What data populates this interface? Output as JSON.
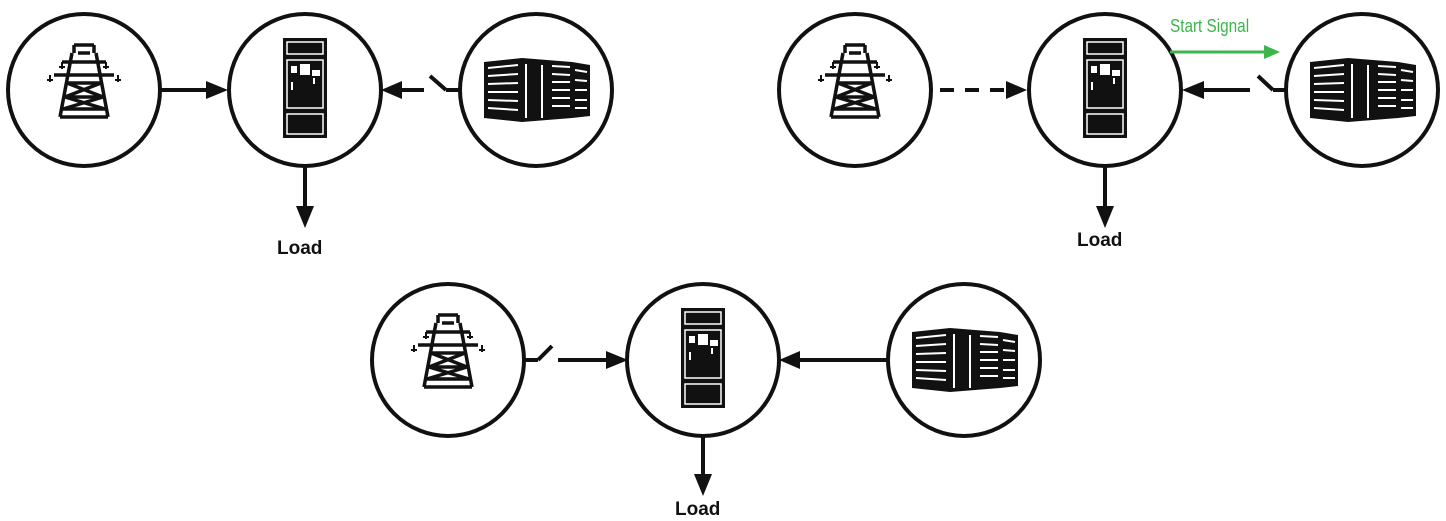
{
  "scenarios": [
    {
      "utility_connection": "solid",
      "generator_connection": "switch-open",
      "load_label": "Load"
    },
    {
      "utility_connection": "dashed",
      "generator_connection": "switch-open",
      "start_signal_label": "Start Signal",
      "load_label": "Load"
    },
    {
      "utility_connection": "switch-open",
      "generator_connection": "solid",
      "load_label": "Load"
    }
  ],
  "icons": {
    "utility": "power-tower-icon",
    "transfer_switch": "transfer-switch-cabinet-icon",
    "generator": "generator-enclosure-icon"
  },
  "colors": {
    "line": "#111111",
    "signal": "#3db54a"
  }
}
